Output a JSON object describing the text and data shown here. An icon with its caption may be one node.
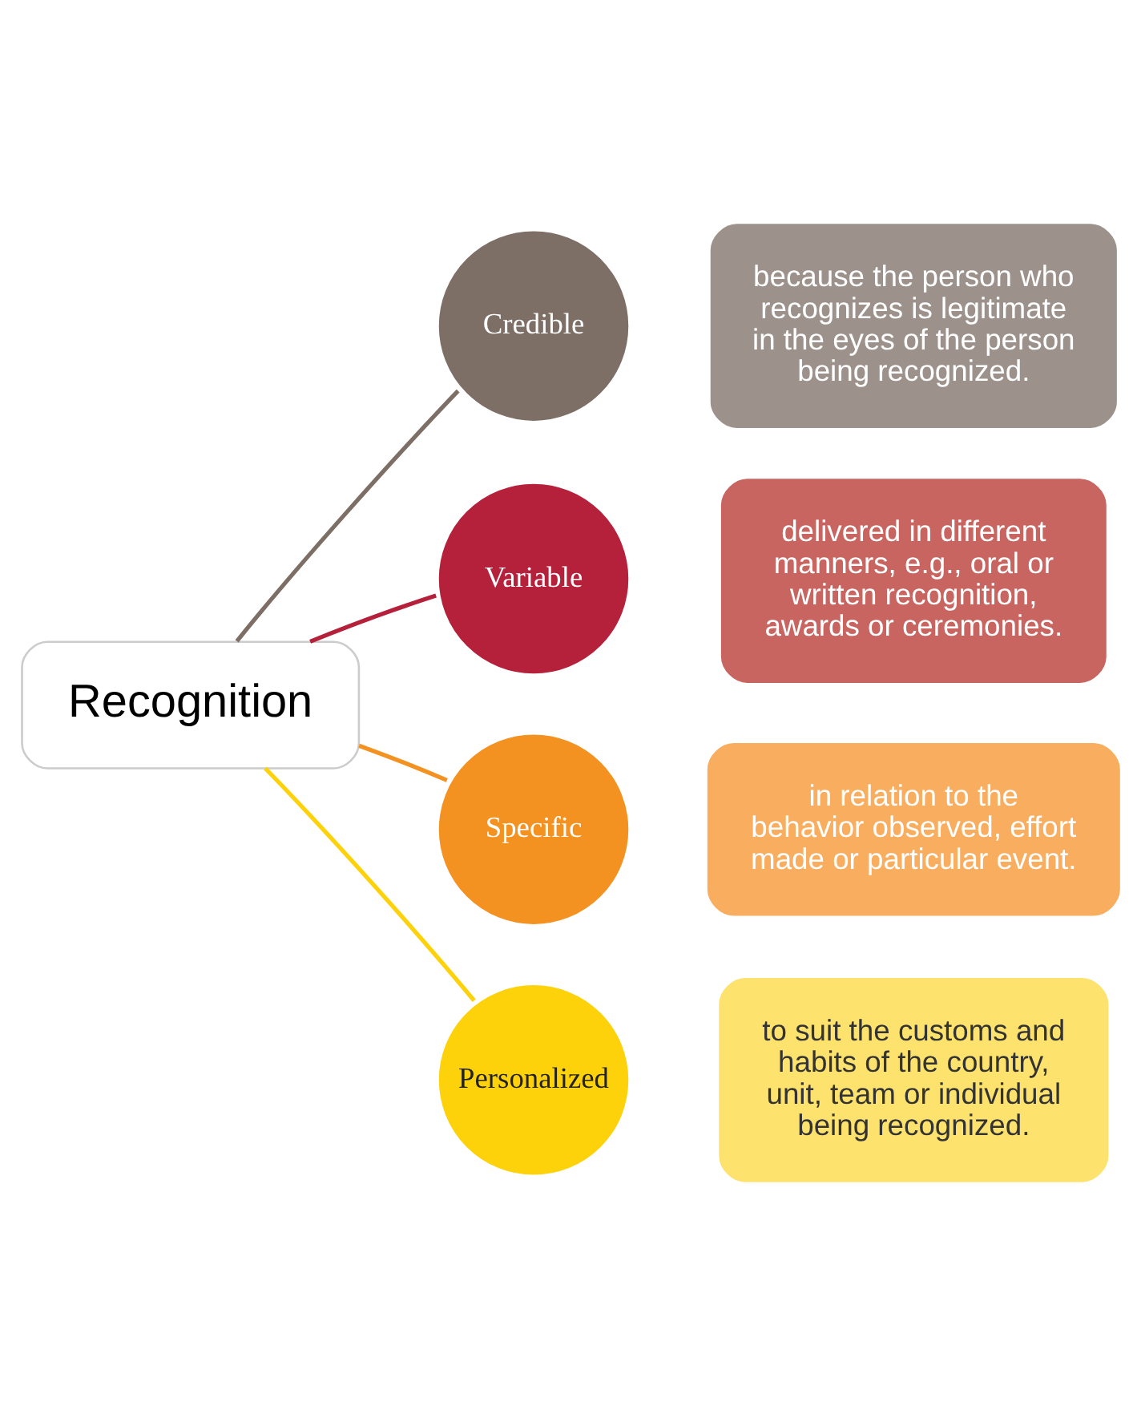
{
  "diagram": {
    "nodes": [
      {
        "text": [
          "Recognition"
        ]
      },
      {
        "text": [
          "Credible"
        ]
      },
      {
        "text": [
          "Variable"
        ]
      },
      {
        "text": [
          "Specific"
        ]
      },
      {
        "text": [
          "Personalized"
        ]
      },
      {
        "text": [
          "because the person who recognizes is legitimate in the eyes of the person being recognized."
        ]
      },
      {
        "text": [
          "delivered in different manners, e.g., oral or written recognition, awards or ceremonies."
        ]
      },
      {
        "text": [
          "in relation to the behavior observed, effort made or particular event."
        ]
      },
      {
        "text": [
          "to suit the customs and habits of the country, unit, team or individual being recognized."
        ]
      }
    ],
    "edges": [
      {
        "from": 1,
        "to": 0,
        "arrow": "none",
        "color": "#7d6e66"
      },
      {
        "from": 2,
        "to": 0,
        "arrow": "none",
        "color": "#b5203a"
      },
      {
        "from": 3,
        "to": 0,
        "arrow": "none",
        "color": "#f39220"
      },
      {
        "from": 4,
        "to": 0,
        "arrow": "none",
        "color": "#fdd20a"
      }
    ]
  }
}
